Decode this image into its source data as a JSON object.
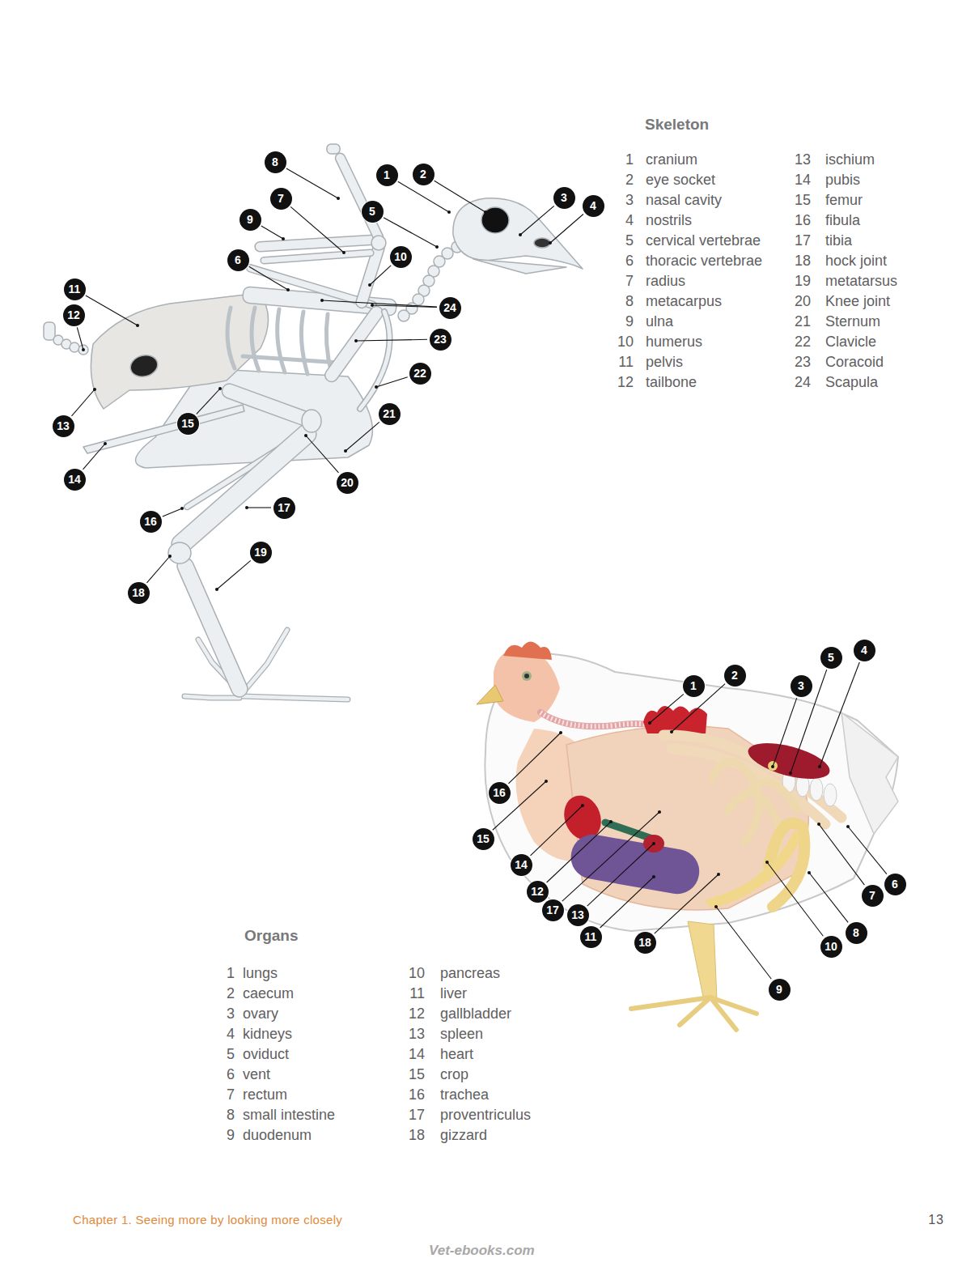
{
  "diagram": {
    "labels": [
      "1",
      "2",
      "3",
      "4",
      "5",
      "6",
      "7",
      "8",
      "9",
      "10",
      "11",
      "12",
      "13",
      "14",
      "15",
      "16",
      "17",
      "18",
      "19",
      "20",
      "21",
      "22",
      "23",
      "24",
      "Skeleton",
      "1",
      "cranium",
      "2",
      "eye socket",
      "3",
      "nasal cavity",
      "4",
      "nostrils",
      "5",
      "cervical vertebrae",
      "6",
      "thoracic vertebrae",
      "7",
      "radius",
      "8",
      "metacarpus",
      "9",
      "ulna",
      "10",
      "humerus",
      "11",
      "pelvis",
      "12",
      "tailbone",
      "13",
      "ischium",
      "14",
      "pubis",
      "15",
      "femur",
      "16",
      "fibula",
      "17",
      "tibia",
      "18",
      "hock joint",
      "19",
      "metatarsus",
      "20",
      "Knee joint",
      "21",
      "Sternum",
      "22",
      "Clavicle",
      "23",
      "Coracoid",
      "24",
      "Scapula",
      "1",
      "2",
      "3",
      "4",
      "5",
      "6",
      "7",
      "8",
      "9",
      "10",
      "11",
      "12",
      "13",
      "14",
      "15",
      "16",
      "17",
      "18",
      "Organs",
      "1",
      "lungs",
      "2",
      "caecum",
      "3",
      "ovary",
      "4",
      "kidneys",
      "5",
      "oviduct",
      "6",
      "vent",
      "7",
      "rectum",
      "8",
      "small intestine",
      "9",
      "duodenum",
      "10",
      "pancreas",
      "11",
      "liver",
      "12",
      "gallbladder",
      "13",
      "spleen",
      "14",
      "heart",
      "15",
      "crop",
      "16",
      "trachea",
      "17",
      "proventriculus",
      "18",
      "gizzard",
      "Chapter 1. Seeing more by looking more closely",
      "13",
      "Vet-ebooks.com"
    ]
  }
}
